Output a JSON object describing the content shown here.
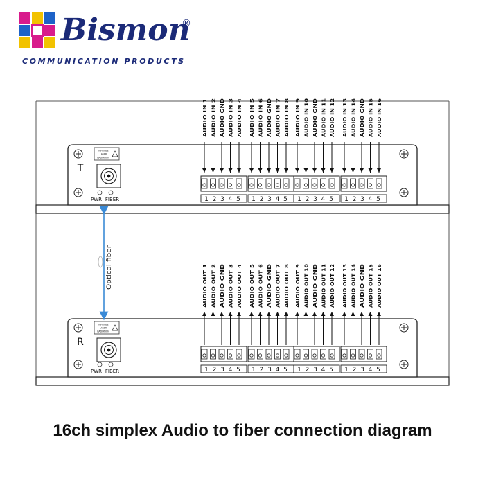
{
  "brand": {
    "name": "Bismon",
    "registered_mark": "®",
    "tagline": "COMMUNICATION PRODUCTS",
    "colors": {
      "navy": "#1b2a78",
      "magenta": "#d81b8c",
      "yellow": "#f2c200",
      "blue": "#1e63c8"
    }
  },
  "transmitter": {
    "label": "T",
    "laser_warning": [
      "INVISIBLE",
      "LASER",
      "RADIATION"
    ],
    "indicators": [
      "PWR",
      "FIBER"
    ],
    "terminal_numbers": [
      "1",
      "2",
      "3",
      "4",
      "5"
    ],
    "channel_groups": [
      [
        "AUDIO IN 1",
        "AUDIO IN 2",
        "AUDIO GND",
        "AUDIO IN 3",
        "AUDIO IN 4"
      ],
      [
        "AUDIO IN 5",
        "AUDIO IN 6",
        "AUDIO GND",
        "AUDIO IN 7",
        "AUDIO IN 8"
      ],
      [
        "AUDIO IN 9",
        "AUDIO IN 10",
        "AUDIO GND",
        "AUDIO IN 11",
        "AUDIO IN 12"
      ],
      [
        "AUDIO IN 13",
        "AUDIO IN 14",
        "AUDIO GND",
        "AUDIO IN 15",
        "AUDIO IN 16"
      ]
    ]
  },
  "receiver": {
    "label": "R",
    "laser_warning": [
      "INVISIBLE",
      "LASER",
      "RADIATION"
    ],
    "indicators": [
      "PWR",
      "FIBER"
    ],
    "terminal_numbers": [
      "1",
      "2",
      "3",
      "4",
      "5"
    ],
    "channel_groups": [
      [
        "AUDIO OUT 1",
        "AUDIO OUT 2",
        "AUDIO GND",
        "AUDIO OUT 3",
        "AUDIO OUT 4"
      ],
      [
        "AUDIO OUT 5",
        "AUDIO OUT 6",
        "AUDIO GND",
        "AUDIO OUT 7",
        "AUDIO OUT 8"
      ],
      [
        "AUDIO OUT 9",
        "AUDIO OUT 10",
        "AUDIO GND",
        "AUDIO OUT 11",
        "AUDIO OUT 12"
      ],
      [
        "AUDIO OUT 13",
        "AUDIO OUT 14",
        "AUDIO GND",
        "AUDIO OUT 15",
        "AUDIO OUT 16"
      ]
    ]
  },
  "fiber_link": {
    "label": "Optical fiber",
    "color": "#3a8ad6"
  },
  "caption": "16ch simplex Audio to fiber connection diagram"
}
